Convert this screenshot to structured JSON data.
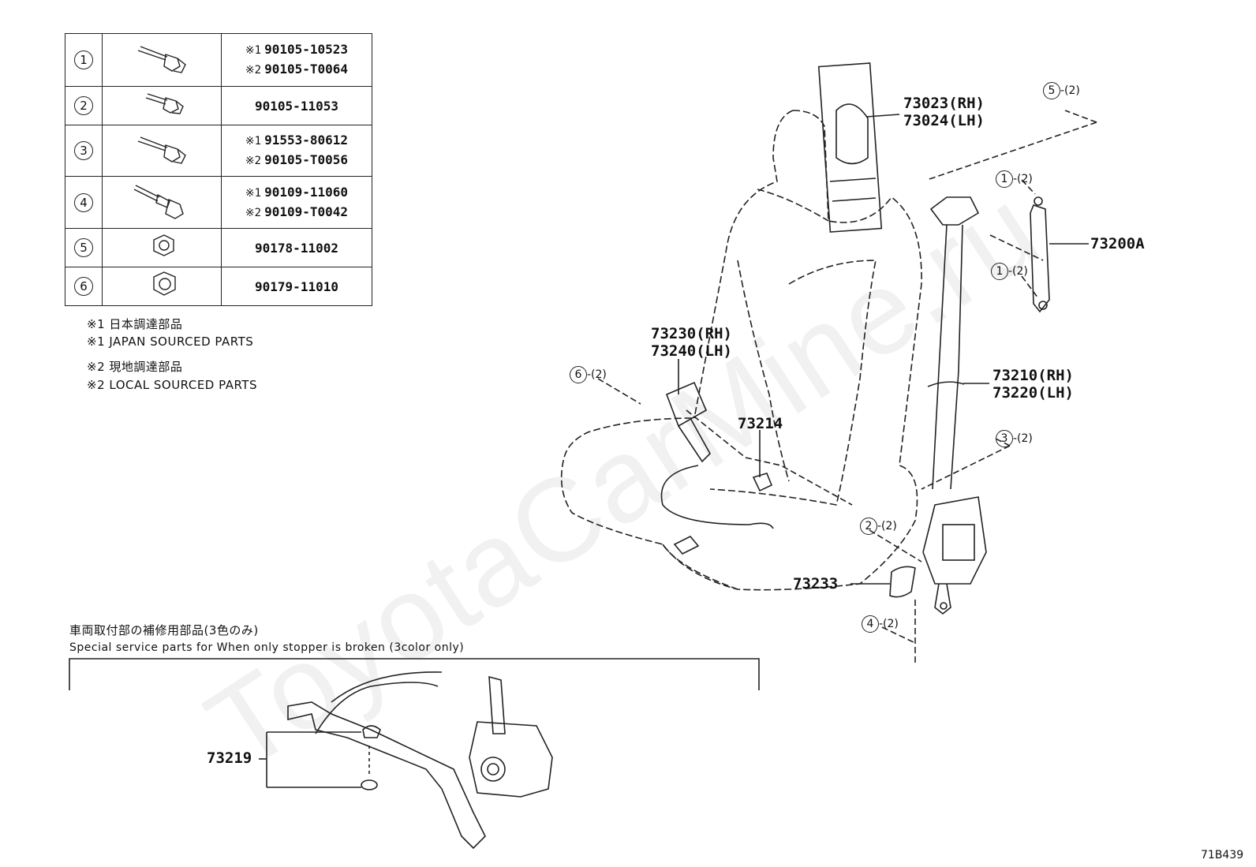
{
  "watermark": "ToyotaCarMine.ru",
  "table": [
    {
      "no": "1",
      "parts": [
        {
          "mark": "※1",
          "num": "90105-10523"
        },
        {
          "mark": "※2",
          "num": "90105-T0064"
        }
      ]
    },
    {
      "no": "2",
      "parts": [
        {
          "mark": "",
          "num": "90105-11053"
        }
      ]
    },
    {
      "no": "3",
      "parts": [
        {
          "mark": "※1",
          "num": "91553-80612"
        },
        {
          "mark": "※2",
          "num": "90105-T0056"
        }
      ]
    },
    {
      "no": "4",
      "parts": [
        {
          "mark": "※1",
          "num": "90109-11060"
        },
        {
          "mark": "※2",
          "num": "90109-T0042"
        }
      ]
    },
    {
      "no": "5",
      "parts": [
        {
          "mark": "",
          "num": "90178-11002"
        }
      ]
    },
    {
      "no": "6",
      "parts": [
        {
          "mark": "",
          "num": "90179-11010"
        }
      ]
    }
  ],
  "notes": [
    "※1  日本調達部品",
    "※1  JAPAN SOURCED PARTS",
    "※2  現地調達部品",
    "※2  LOCAL SOURCED PARTS"
  ],
  "labels": {
    "p73023": "73023(RH)",
    "p73024": "73024(LH)",
    "p73200a": "73200A",
    "p73210": "73210(RH)",
    "p73220": "73220(LH)",
    "p73230": "73230(RH)",
    "p73240": "73240(LH)",
    "p73214": "73214",
    "p73233": "73233",
    "p73219": "73219"
  },
  "callouts": [
    {
      "no": "5",
      "qty": "-(2)"
    },
    {
      "no": "1",
      "qty": "-(2)"
    },
    {
      "no": "1",
      "qty": "-(2)"
    },
    {
      "no": "3",
      "qty": "-(2)"
    },
    {
      "no": "6",
      "qty": "-(2)"
    },
    {
      "no": "2",
      "qty": "-(2)"
    },
    {
      "no": "4",
      "qty": "-(2)"
    }
  ],
  "service": {
    "title_jp": "車両取付部の補修用部品(3色のみ)",
    "title_en": "Special service parts for When only stopper is broken (3color only)"
  },
  "figure_id": "71B439"
}
